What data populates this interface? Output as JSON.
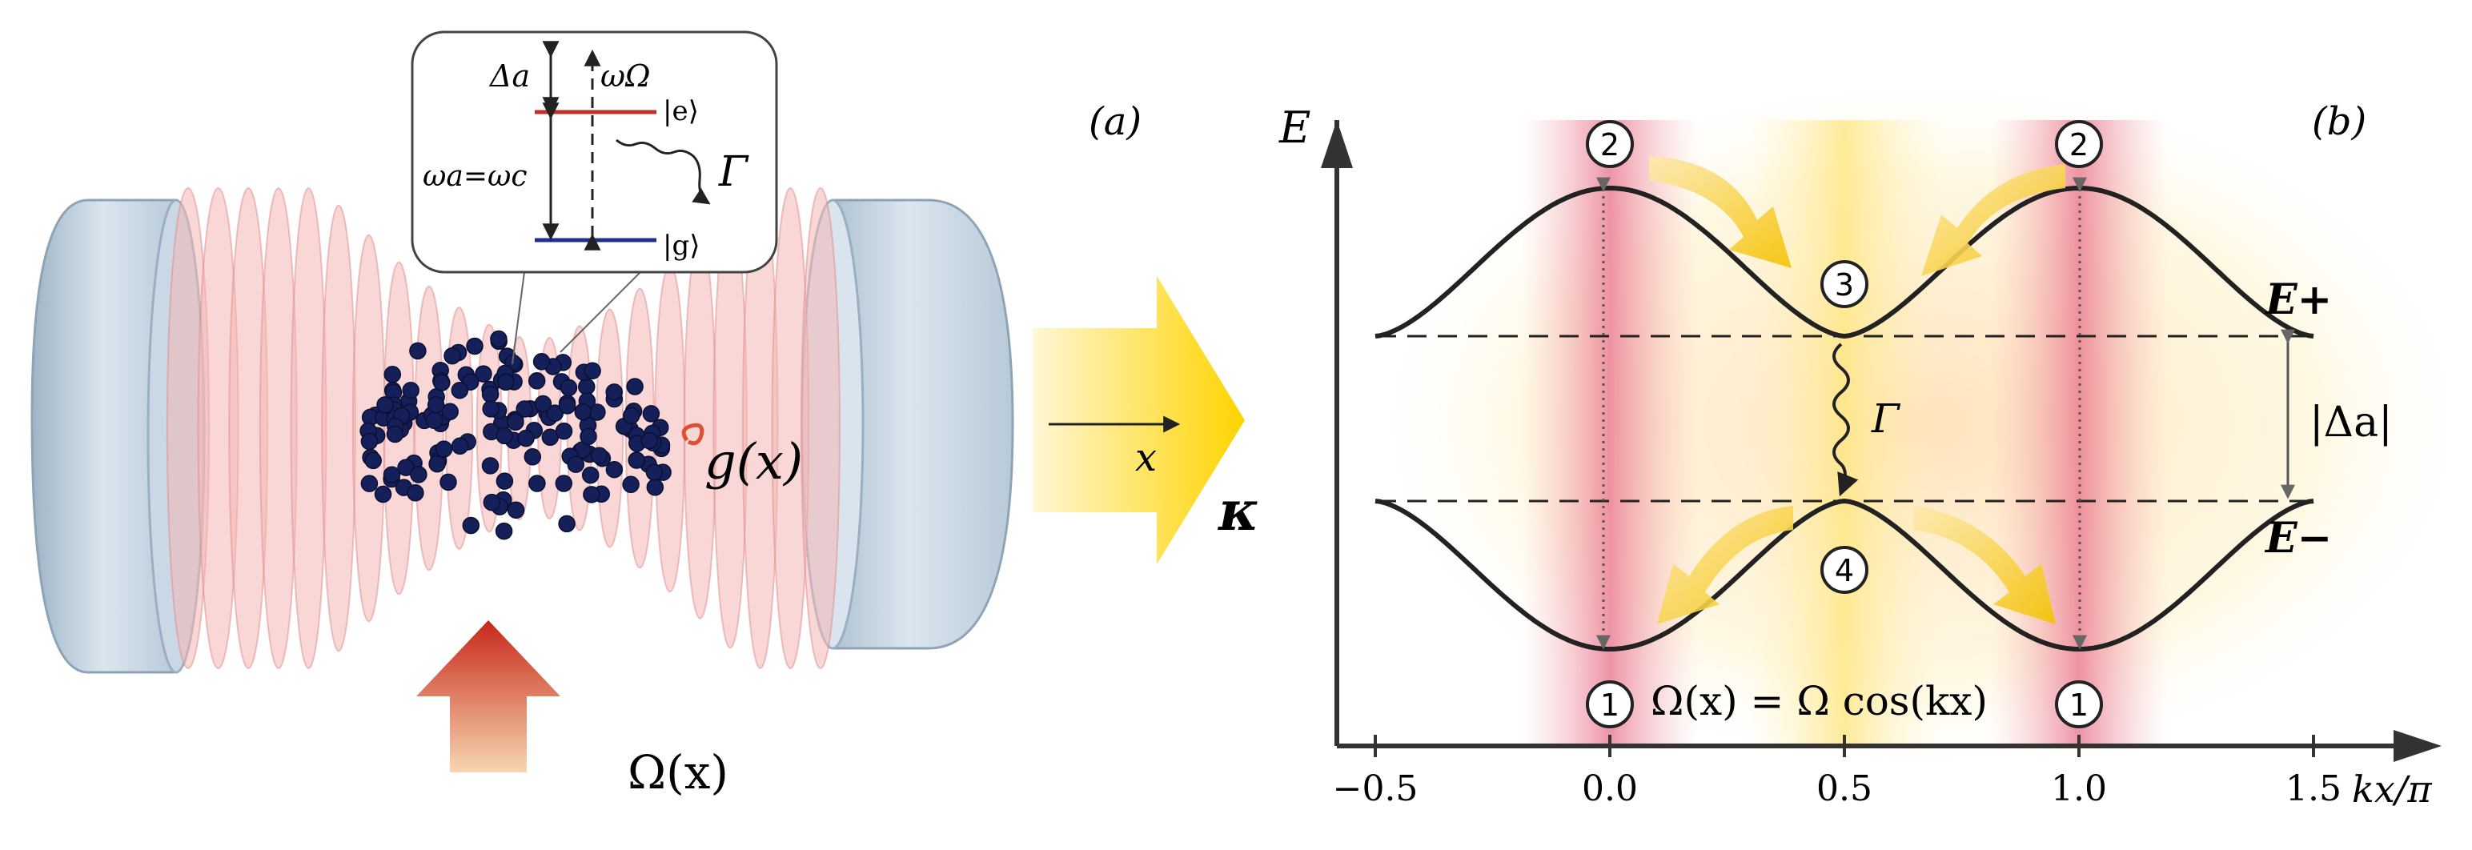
{
  "panel_a": {
    "label": "(a)",
    "inset": {
      "delta_a": "Δa",
      "omega_omega": "ωΩ",
      "excited_state": "|e⟩",
      "ground_state": "|g⟩",
      "omega_eq": "ωa=ωc",
      "gamma": "Γ"
    },
    "coupling_label": "g(x)",
    "axis_label": "x",
    "kappa_label": "κ",
    "pump_label": "Ω(x)",
    "colors": {
      "excited": "#c0302a",
      "ground": "#1f2f8c",
      "cavity": "#f2b6b4",
      "mirror": "#c7d6e2",
      "atom": "#15205a",
      "arrow_yellow": "#ffd400",
      "arrow_red": "#cc2a1a"
    }
  },
  "panel_b": {
    "label": "(b)",
    "y_axis_label": "E",
    "x_axis_label": "kx/π",
    "x_ticks": [
      "−0.5",
      "0.0",
      "0.5",
      "1.0",
      "1.5"
    ],
    "band_upper": "E+",
    "band_lower": "E−",
    "gap_label": "|Δa|",
    "gamma_label": "Γ",
    "formula": "Ω(x) = Ω cos(kx)",
    "markers": [
      {
        "id": "m2a",
        "text": "2",
        "x": 0.0,
        "level": "top"
      },
      {
        "id": "m2b",
        "text": "2",
        "x": 1.0,
        "level": "top"
      },
      {
        "id": "m3",
        "text": "3",
        "x": 0.5,
        "level": "upper"
      },
      {
        "id": "m4",
        "text": "4",
        "x": 0.5,
        "level": "lower"
      },
      {
        "id": "m1a",
        "text": "1",
        "x": 0.0,
        "level": "bottom"
      },
      {
        "id": "m1b",
        "text": "1",
        "x": 1.0,
        "level": "bottom"
      }
    ],
    "band_curve": {
      "x_range": [
        -0.5,
        1.5
      ],
      "upper_min": 0.5,
      "upper_max": 1.0,
      "shape": "E± = ±sqrt(Δ² + Ω²cos²(kx))"
    }
  }
}
